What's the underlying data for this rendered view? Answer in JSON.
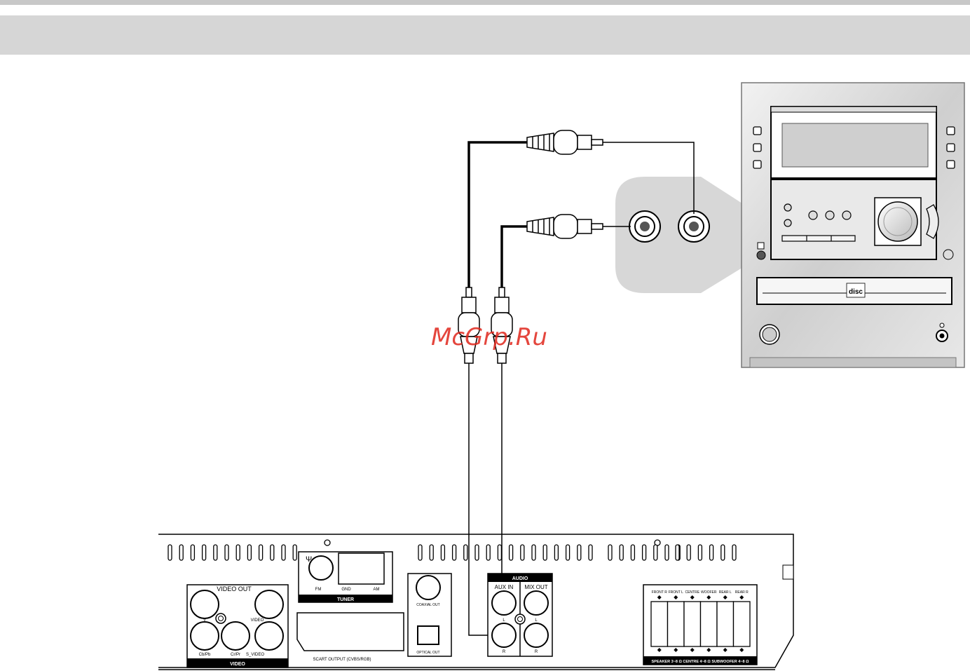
{
  "watermark": "McGrp.Ru",
  "panel": {
    "video_out": "VIDEO OUT",
    "y": "Y",
    "video": "VIDEO",
    "cb_pb": "Cb/Pb",
    "cr_pr": "Cr/Pr",
    "s_video": "S_VIDEO",
    "video_section": "VIDEO",
    "fm": "FM",
    "gnd": "GND",
    "am": "AM",
    "tuner": "TUNER",
    "scart": "SCART OUTPUT (CVBS/RGB)",
    "coaxial": "COAXIAL OUT",
    "optical": "OPTICAL OUT",
    "audio": "AUDIO",
    "aux_in": "AUX IN",
    "mix_out": "MIX OUT",
    "l1": "L",
    "r1": "R",
    "l2": "L",
    "r2": "R",
    "speaker_labels": [
      "FRONT R",
      "FRONT L",
      "CENTRE",
      "WOOFER",
      "REAR L",
      "REAR R"
    ],
    "speaker_footer": "SPEAKER 3~8 Ω CENTRE 4~8 Ω SUBWOOFER 4~8 Ω"
  },
  "stereo": {
    "disc_logo": "disc"
  }
}
